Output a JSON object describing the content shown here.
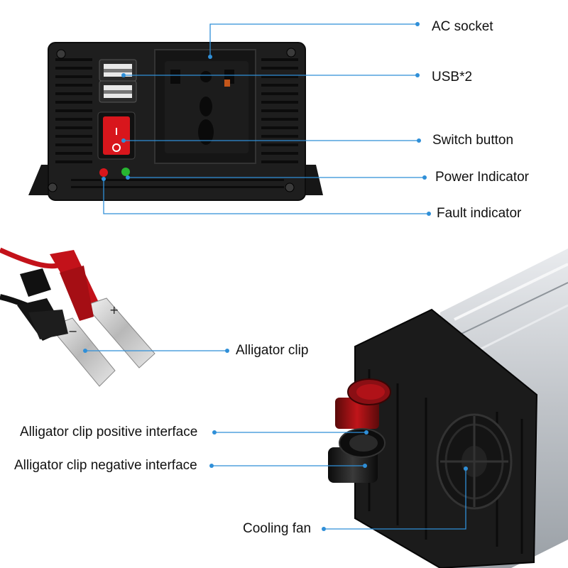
{
  "labels": {
    "ac_socket": "AC socket",
    "usb": "USB*2",
    "switch_button": "Switch button",
    "power_indicator": "Power Indicator",
    "fault_indicator": "Fault indicator",
    "alligator_clip": "Alligator clip",
    "positive_interface": "Alligator clip positive interface",
    "negative_interface": "Alligator clip negative interface",
    "cooling_fan": "Cooling fan"
  },
  "colors": {
    "leader_line": "#2f8fd8",
    "housing": "#1e1e1e",
    "aluminum": "#c9ccd0",
    "red": "#d8161c",
    "green": "#27b531"
  }
}
